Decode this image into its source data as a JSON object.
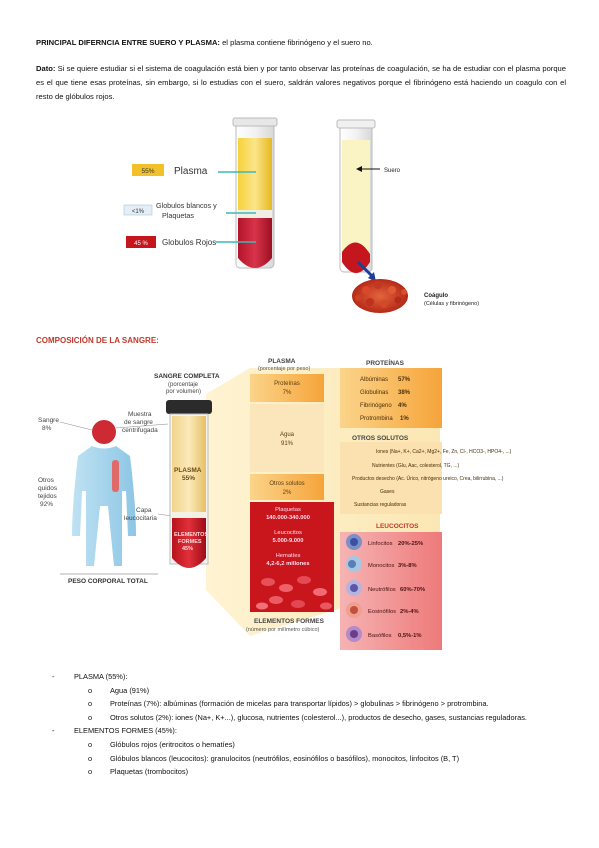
{
  "heading1": {
    "bold": "PRINCIPAL DIFERNCIA ENTRE SUERO Y PLASMA:",
    "rest": " el plasma contiene fibrinógeno y el suero no."
  },
  "dato": {
    "label": "Dato:",
    "text": " Si se quiere estudiar si el sistema de coagulación está bien y por tanto observar las proteínas de coagulación, se ha de estudiar con el plasma porque es el que tiene esas proteínas, sin embargo, si lo estudias con el suero, saldrán valores negativos porque el fibrinógeno está haciendo un coagulo con el resto de glóbulos rojos."
  },
  "tube_fig": {
    "plasma_pct": "55%",
    "plasma_label": "Plasma",
    "wbc_pct": "<1%",
    "wbc_label_1": "Globulos blancos y",
    "wbc_label_2": "Plaquetas",
    "rbc_pct": "45 %",
    "rbc_label": "Globulos Rojos",
    "suero_label": "Suero",
    "coagulo_1": "Coágulo",
    "coagulo_2": "(Células y fibrinógeno)"
  },
  "section_title": "COMPOSICIÓN DE LA SANGRE:",
  "comp_fig": {
    "sangre": "Sangre",
    "sangre_pct": "8%",
    "otros_1": "Otros",
    "otros_2": "quidos",
    "otros_3": "tejidos",
    "otros_pct": "92%",
    "muestra_1": "Muestra",
    "muestra_2": "de sangre",
    "muestra_3": "centrifugada",
    "capa_1": "Capa",
    "capa_2": "leucocitaria",
    "peso": "PESO CORPORAL TOTAL",
    "sangre_completa": "SANGRE COMPLETA",
    "sc_sub_1": "(porcentaje",
    "sc_sub_2": "por volumen)",
    "plasma_t": "PLASMA",
    "plasma_p": "55%",
    "ef_1": "ELEMENTOS",
    "ef_2": "FORMES",
    "ef_p": "45%",
    "plasma_hdr": "PLASMA",
    "plasma_hdr_sub": "(porcentaje por peso)",
    "prot": "Proteínas",
    "prot_p": "7%",
    "agua": "Agua",
    "agua_p": "91%",
    "otros_sol": "Otros solutos",
    "otros_sol_p": "2%",
    "plaq": "Plaquetas",
    "plaq_v": "140.000-340.000",
    "leuc": "Leucocitos",
    "leuc_v": "5.000-9.000",
    "hem": "Hematíes",
    "hem_v": "4,2-6,2 millones",
    "ef_hdr": "ELEMENTOS FORMES",
    "ef_hdr_sub": "(número por milímetro cúbico)",
    "proteinas_hdr": "PROTEÍNAS",
    "proteins": [
      {
        "name": "Albúminas",
        "pct": "57%"
      },
      {
        "name": "Globulinas",
        "pct": "38%"
      },
      {
        "name": "Fibrinógeno",
        "pct": "4%"
      },
      {
        "name": "Protrombina",
        "pct": "1%"
      }
    ],
    "otros_solutos_hdr": "OTROS SOLUTOS",
    "solutos": [
      "Iones (Na+, K+, Ca2+, Mg2+, Fe, Zn, Cl-, HCO3-, HPO4-, ...)",
      "Nutrientes (Glu, Aac, colesterol, TG, ...)",
      "Productos desecho (Ac. Úrico, nitrógeno ureico, Crea, bilirrubina, ...)",
      "Gases",
      "Sustancias reguladoras"
    ],
    "leucocitos_hdr": "LEUCOCITOS",
    "leucocitos": [
      {
        "name": "Linfocitos",
        "pct": "20%-25%"
      },
      {
        "name": "Monocitos",
        "pct": "3%-8%"
      },
      {
        "name": "Neutrófilos",
        "pct": "60%-70%"
      },
      {
        "name": "Eosinófilos",
        "pct": "2%-4%"
      },
      {
        "name": "Basófilos",
        "pct": "0,5%-1%"
      }
    ]
  },
  "list": {
    "plasma": "PLASMA (55%):",
    "agua": "Agua (91%)",
    "proteinas": "Proteínas (7%): albúminas (formación de micelas para transportar lípidos) > globulinas > fibrinógeno > protrombina.",
    "otros": "Otros solutos (2%): iones (Na+, K+...), glucosa, nutrientes (colesterol...), productos de desecho, gases, sustancias reguladoras.",
    "elementos": "ELEMENTOS FORMES (45%):",
    "rojos": "Glóbulos rojos (eritrocitos o hematíes)",
    "blancos": "Glóbulos blancos (leucocitos): granulocitos (neutrófilos, eosinófilos o basófilos), monocitos, linfocitos (B, T)",
    "plaquetas": "Plaquetas (trombocitos)"
  },
  "bullets": {
    "dash": "-",
    "circle": "o"
  }
}
